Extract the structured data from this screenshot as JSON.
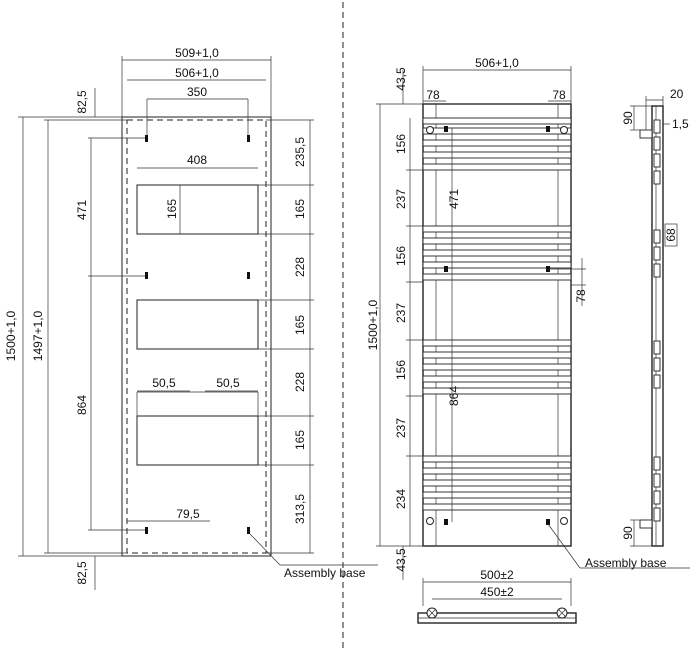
{
  "left_view": {
    "width_outer": "509+1,0",
    "width_inner": "506+1,0",
    "bracket_spacing": "350",
    "top_offset": "82,5",
    "bottom_offset": "82,5",
    "height_total": "1500+1,0",
    "height_panel": "1497+1,0",
    "upper_bracket_gap": "471",
    "lower_bracket_gap": "864",
    "top_margin": "235,5",
    "opening_height_1": "165",
    "opening_height_2": "165",
    "opening_height_3": "165",
    "inner_height_1": "165",
    "spacing_1": "228",
    "spacing_2": "228",
    "bottom_margin": "313,5",
    "opening_width": "408",
    "side_gap_left": "50,5",
    "side_gap_right": "50,5",
    "bracket_offset": "79,5",
    "assembly_base_label": "Assembly base"
  },
  "front_view": {
    "width_top": "506+1,0",
    "top_offset": "43,5",
    "bottom_offset": "43,5",
    "edge_left": "78",
    "edge_right": "78",
    "height_total": "1500+1,0",
    "bracket_gap": "471",
    "bracket_drop": "78",
    "span_864": "864",
    "sections": [
      "156",
      "237",
      "156",
      "237",
      "156",
      "237",
      "234"
    ],
    "base_outer_width": "500±2",
    "base_inner_width": "450±2",
    "assembly_base_label": "Assembly base"
  },
  "side_view": {
    "depth": "20",
    "top_bracket": "90",
    "wall": "1,5",
    "tube": "68",
    "bottom_bracket": "90"
  }
}
